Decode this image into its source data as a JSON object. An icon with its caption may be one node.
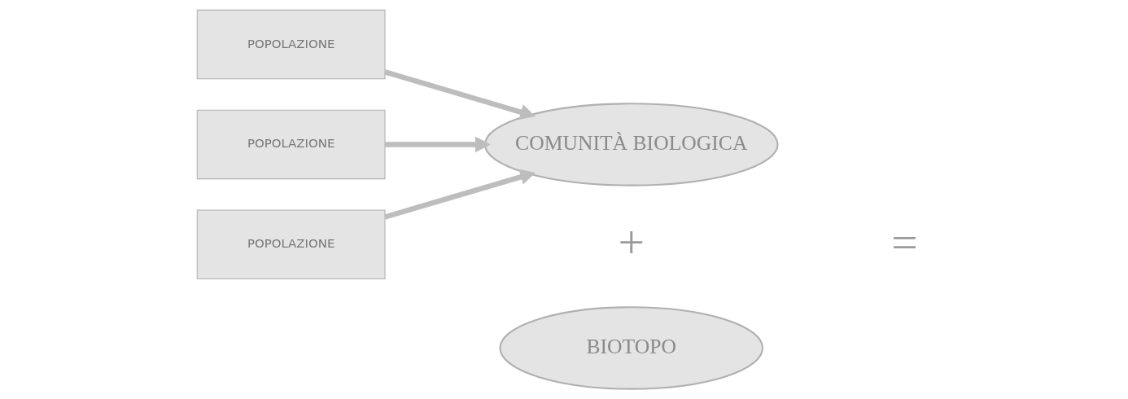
{
  "diagram": {
    "nodes": [
      {
        "text": [
          "POPOLAZIONE"
        ]
      },
      {
        "text": [
          "POPOLAZIONE"
        ]
      },
      {
        "text": [
          "POPOLAZIONE"
        ]
      },
      {
        "text": [
          "COMUNITÀ BIOLOGICA"
        ]
      },
      {
        "text": [
          "BIOTOPO"
        ]
      }
    ],
    "edges": [
      {
        "from": 0,
        "to": 3,
        "arrow": "to"
      },
      {
        "from": 1,
        "to": 3,
        "arrow": "to"
      },
      {
        "from": 2,
        "to": 3,
        "arrow": "to"
      }
    ],
    "labels": [
      "+",
      "="
    ]
  }
}
